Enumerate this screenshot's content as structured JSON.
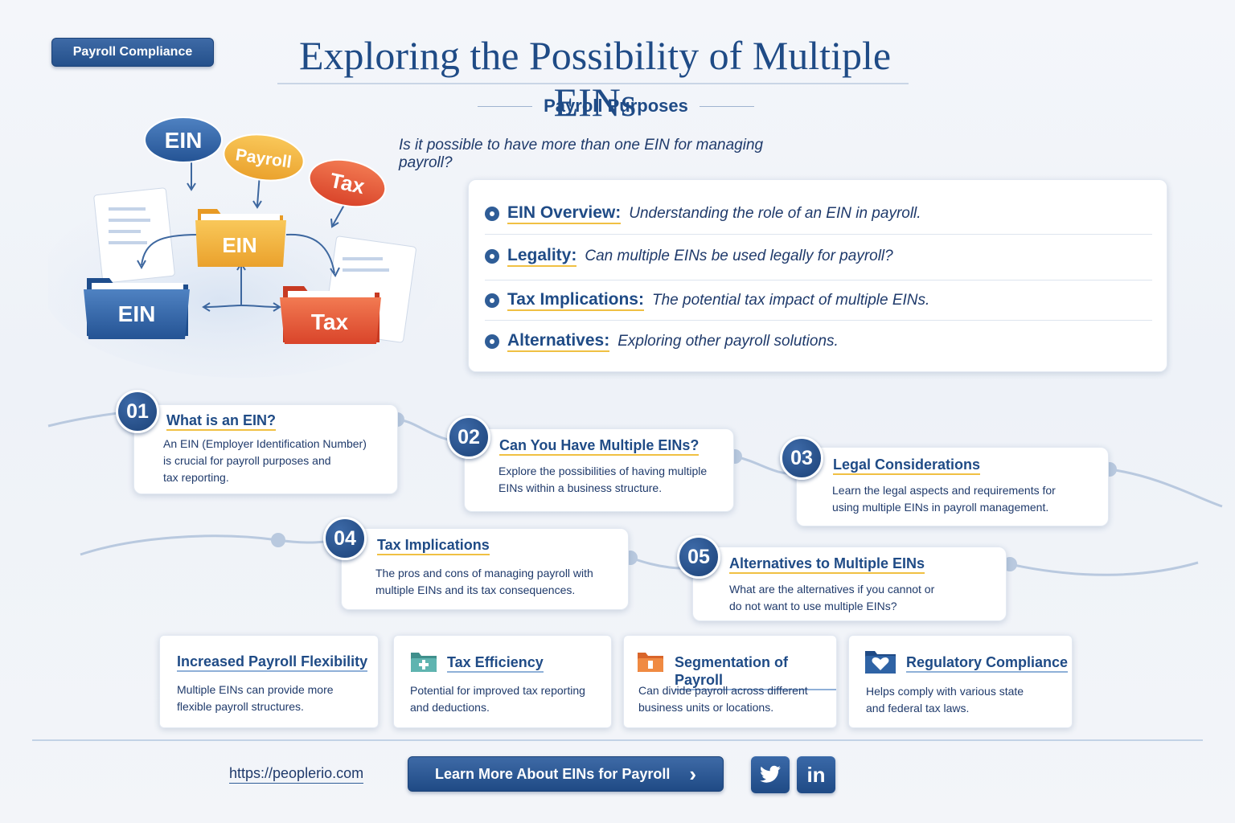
{
  "header": {
    "tag_label": "Payroll Compliance",
    "title": "Exploring the Possibility of Multiple EINs",
    "subtitle": "Payroll Purposes",
    "question": "Is it possible to have more than one EIN for managing payroll?"
  },
  "illustration": {
    "bubble_ein": "EIN",
    "bubble_payroll": "Payroll",
    "bubble_tax": "Tax",
    "folder_center": "EIN",
    "folder_left": "EIN",
    "folder_right": "Tax"
  },
  "overview": [
    {
      "key": "EIN Overview:",
      "desc": "Understanding the role of an EIN in payroll."
    },
    {
      "key": "Legality:",
      "desc": "Can multiple EINs be used legally for payroll?"
    },
    {
      "key": "Tax Implications:",
      "desc": "The potential tax impact of multiple EINs."
    },
    {
      "key": "Alternatives:",
      "desc": "Exploring other payroll solutions."
    }
  ],
  "steps": [
    {
      "num": "01",
      "title": "What is an EIN?",
      "line1": "An EIN (Employer Identification Number)",
      "line2": "is crucial for payroll purposes and",
      "line3": "tax reporting."
    },
    {
      "num": "02",
      "title": "Can You Have Multiple EINs?",
      "line1": "Explore the possibilities of having multiple",
      "line2": "EINs within a business structure."
    },
    {
      "num": "03",
      "title": "Legal Considerations",
      "line1": "Learn the legal aspects and requirements for",
      "line2": "using multiple EINs in payroll management."
    },
    {
      "num": "04",
      "title": "Tax Implications",
      "line1": "The pros and cons of managing payroll with",
      "line2": "multiple EINs and its tax consequences."
    },
    {
      "num": "05",
      "title": "Alternatives to Multiple EINs",
      "line1": "What are the alternatives if you cannot or",
      "line2": "do not want to use multiple EINs?"
    }
  ],
  "benefits": [
    {
      "title": "Increased Payroll Flexibility",
      "line1": "Multiple EINs can provide more",
      "line2": "flexible payroll structures.",
      "icon": "none"
    },
    {
      "title": "Tax Efficiency",
      "line1": "Potential for improved tax reporting",
      "line2": "and deductions.",
      "icon": "medical-folder-icon",
      "color": "#4fa3a0"
    },
    {
      "title": "Segmentation of Payroll",
      "line1": "Can divide payroll across different",
      "line2": "business units or locations.",
      "icon": "folder-icon",
      "color": "#e8773a"
    },
    {
      "title": "Regulatory Compliance",
      "line1": "Helps comply with various state",
      "line2": "and federal tax laws.",
      "icon": "heart-folder-icon",
      "color": "#2f5d97"
    }
  ],
  "footer": {
    "url": "https://peoplerio.com",
    "cta_label": "Learn More About EINs for Payroll",
    "cta_arrow": "›",
    "social": [
      "twitter-icon",
      "linkedin-icon"
    ],
    "linkedin_text": "in"
  },
  "colors": {
    "brand_blue": "#1f4b86",
    "accent_yellow": "#f0c043",
    "folder_orange": "#f2a93b",
    "folder_red": "#e4532f",
    "folder_blue": "#2f63a5"
  }
}
